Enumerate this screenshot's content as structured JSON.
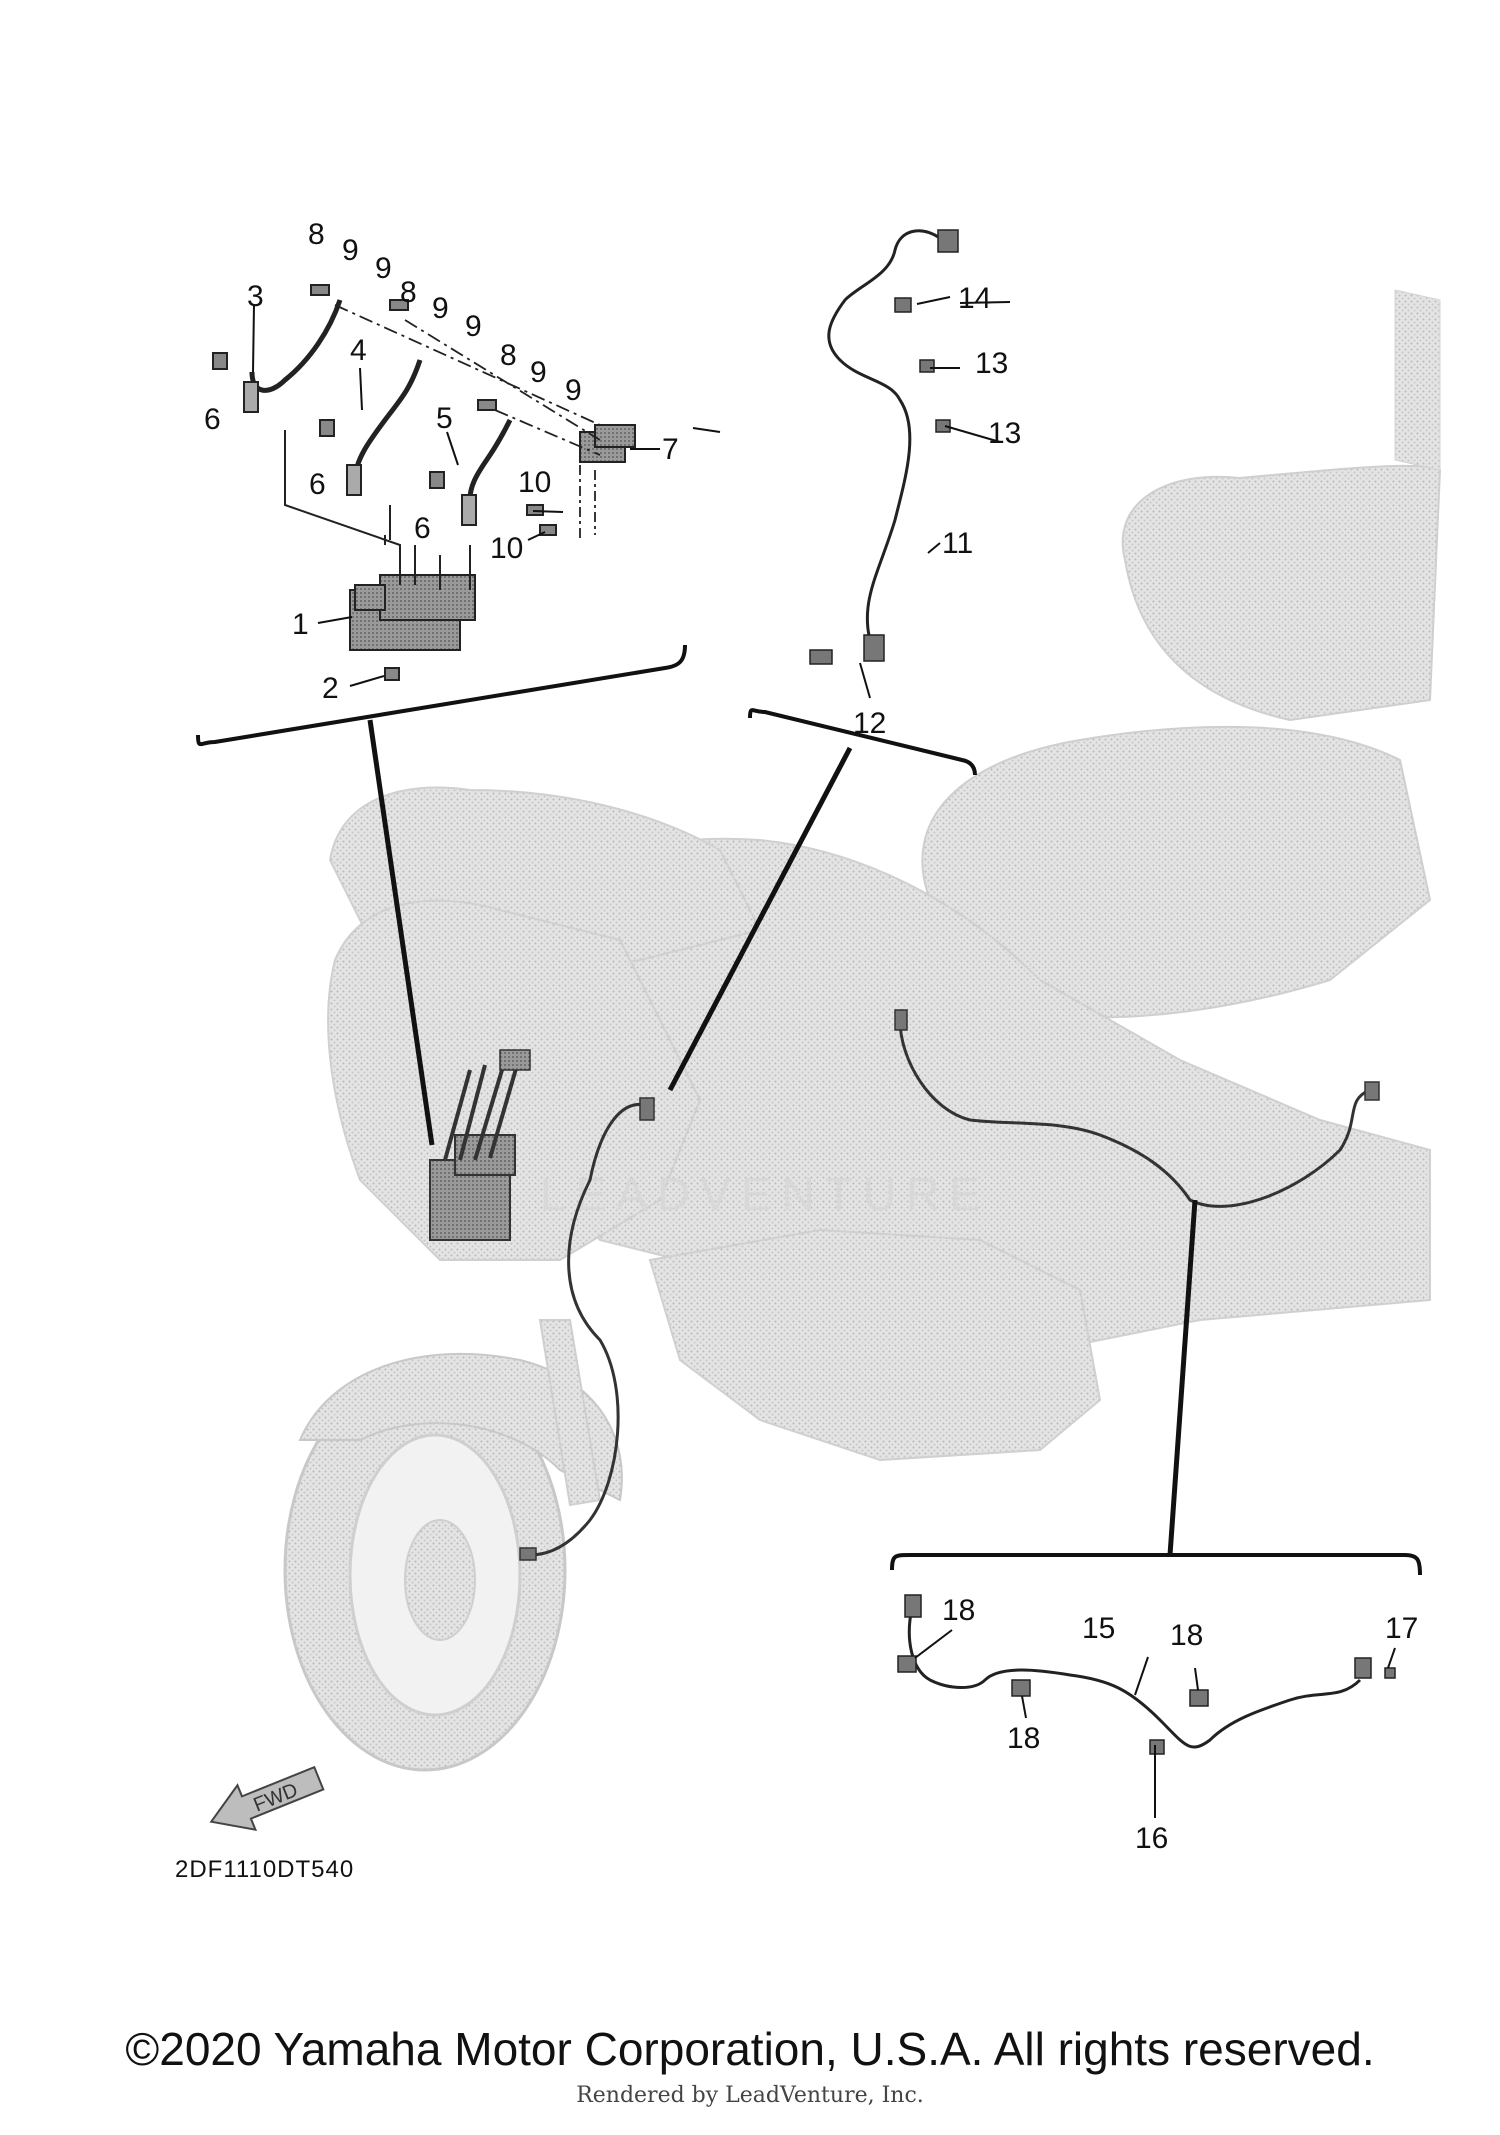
{
  "diagram_code": "2DF1110DT540",
  "fwd_label": "FWD",
  "watermark": "LEADVENTURE",
  "copyright": "©2020 Yamaha Motor Corporation, U.S.A. All rights reserved.",
  "rendered_by": "Rendered by LeadVenture, Inc.",
  "callouts": {
    "c1": "1",
    "c2": "2",
    "c3": "3",
    "c4": "4",
    "c5": "5",
    "c6": "6",
    "c7": "7",
    "c8": "8",
    "c9": "9",
    "c10": "10",
    "c11": "11",
    "c12": "12",
    "c13": "13",
    "c14": "14",
    "c15": "15",
    "c16": "16",
    "c17": "17",
    "c18": "18"
  }
}
